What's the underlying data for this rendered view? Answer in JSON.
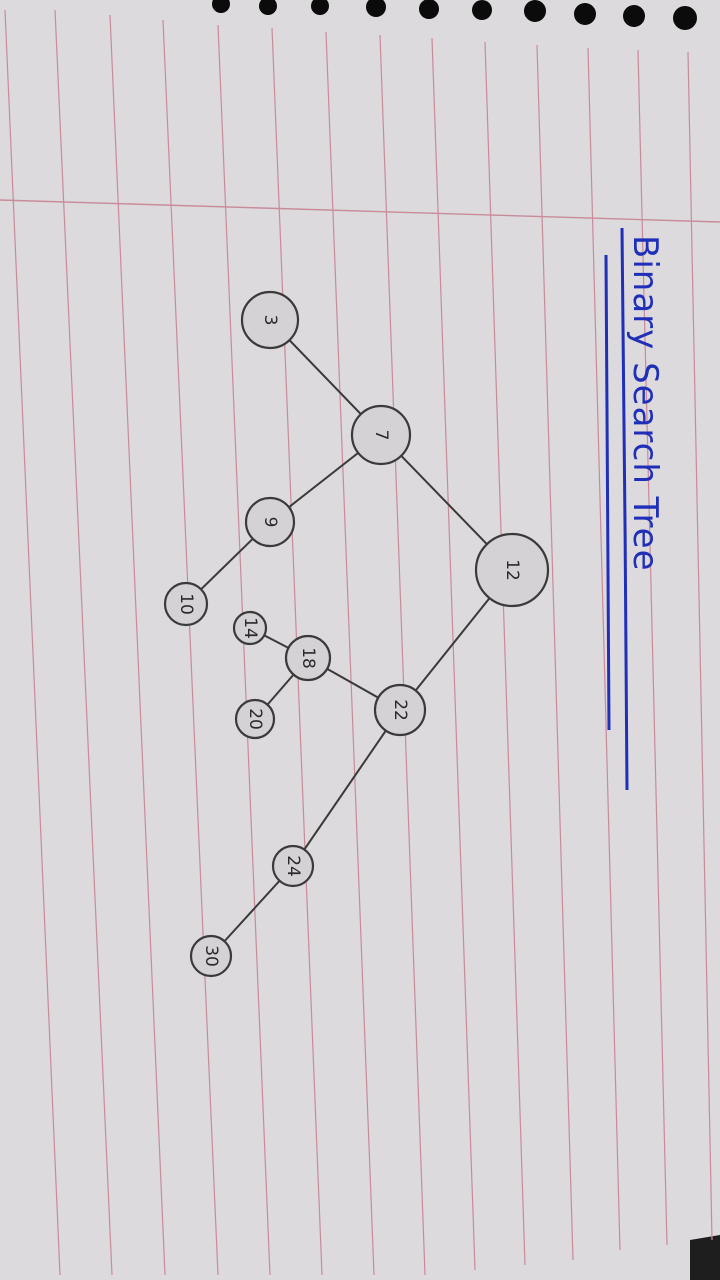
{
  "title": "Binary Search Tree",
  "colors": {
    "paper": "#dcdadc",
    "rule_line": "#c98a9a",
    "ink_pencil": "#3a3a3a",
    "ink_title": "#1f2fb8",
    "node_fill": "#d4d2d4"
  },
  "tree": {
    "nodes": [
      {
        "id": "n12",
        "value": "12"
      },
      {
        "id": "n7",
        "value": "7"
      },
      {
        "id": "n3",
        "value": "3"
      },
      {
        "id": "n9",
        "value": "9"
      },
      {
        "id": "n10",
        "value": "10"
      },
      {
        "id": "n22",
        "value": "22"
      },
      {
        "id": "n18",
        "value": "18"
      },
      {
        "id": "n14",
        "value": "14"
      },
      {
        "id": "n20",
        "value": "20"
      },
      {
        "id": "n24",
        "value": "24"
      },
      {
        "id": "n30",
        "value": "30"
      }
    ],
    "edges": [
      {
        "from": "n12",
        "to": "n7"
      },
      {
        "from": "n7",
        "to": "n3"
      },
      {
        "from": "n7",
        "to": "n9"
      },
      {
        "from": "n9",
        "to": "n10"
      },
      {
        "from": "n12",
        "to": "n22"
      },
      {
        "from": "n22",
        "to": "n18"
      },
      {
        "from": "n18",
        "to": "n14"
      },
      {
        "from": "n18",
        "to": "n20"
      },
      {
        "from": "n22",
        "to": "n24"
      },
      {
        "from": "n24",
        "to": "n30"
      }
    ]
  }
}
